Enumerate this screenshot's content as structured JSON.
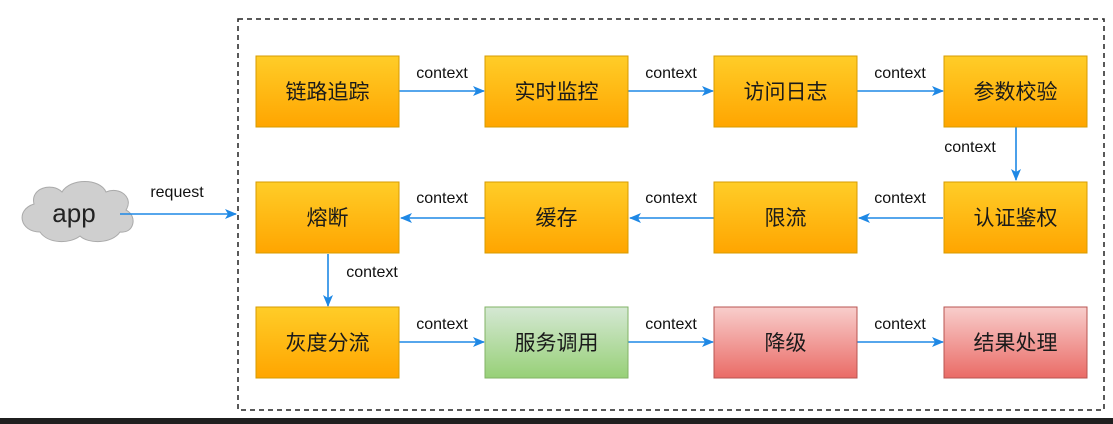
{
  "client": {
    "label": "app"
  },
  "request_label": "request",
  "nodes": [
    {
      "id": "n1",
      "label": "链路追踪",
      "color": "orange"
    },
    {
      "id": "n2",
      "label": "实时监控",
      "color": "orange"
    },
    {
      "id": "n3",
      "label": "访问日志",
      "color": "orange"
    },
    {
      "id": "n4",
      "label": "参数校验",
      "color": "orange"
    },
    {
      "id": "n5",
      "label": "熔断",
      "color": "orange"
    },
    {
      "id": "n6",
      "label": "缓存",
      "color": "orange"
    },
    {
      "id": "n7",
      "label": "限流",
      "color": "orange"
    },
    {
      "id": "n8",
      "label": "认证鉴权",
      "color": "orange"
    },
    {
      "id": "n9",
      "label": "灰度分流",
      "color": "orange"
    },
    {
      "id": "n10",
      "label": "服务调用",
      "color": "green"
    },
    {
      "id": "n11",
      "label": "降级",
      "color": "red"
    },
    {
      "id": "n12",
      "label": "结果处理",
      "color": "red"
    }
  ],
  "edges": [
    {
      "from": "n1",
      "to": "n2",
      "label": "context"
    },
    {
      "from": "n2",
      "to": "n3",
      "label": "context"
    },
    {
      "from": "n3",
      "to": "n4",
      "label": "context"
    },
    {
      "from": "n4",
      "to": "n8",
      "label": "context"
    },
    {
      "from": "n8",
      "to": "n7",
      "label": "context"
    },
    {
      "from": "n7",
      "to": "n6",
      "label": "context"
    },
    {
      "from": "n6",
      "to": "n5",
      "label": "context"
    },
    {
      "from": "n5",
      "to": "n9",
      "label": "context"
    },
    {
      "from": "n9",
      "to": "n10",
      "label": "context"
    },
    {
      "from": "n10",
      "to": "n11",
      "label": "context"
    },
    {
      "from": "n11",
      "to": "n12",
      "label": "context"
    }
  ],
  "colors": {
    "orange": {
      "top": "#ffcd28",
      "bottom": "#ffa500",
      "stroke": "#d79b00"
    },
    "green": {
      "top": "#d5e8d4",
      "bottom": "#97d077",
      "stroke": "#82b366"
    },
    "red": {
      "top": "#f8cecc",
      "bottom": "#ea6b66",
      "stroke": "#b85450"
    },
    "arrow": "#1e88e5",
    "frame": "#222222",
    "cloud_fill": "#cfcfcf",
    "cloud_stroke": "#aaaaaa"
  }
}
